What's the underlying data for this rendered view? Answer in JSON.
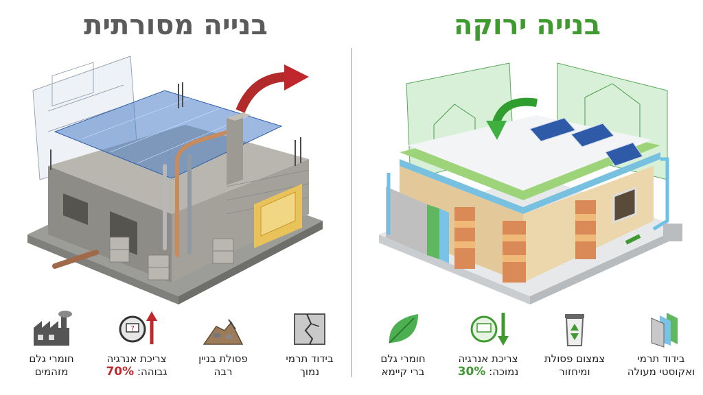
{
  "traditional": {
    "title": "בנייה מסורתית",
    "items": [
      {
        "icon": "factory-icon",
        "line1": "חומרי גלם",
        "line2": "מזהמים"
      },
      {
        "icon": "energy-meter-up-icon",
        "line1": "צריכת אנרגיה",
        "line2": "גבוהה:",
        "value": "70%"
      },
      {
        "icon": "debris-pile-icon",
        "line1": "פסולת בניין",
        "line2": "רבה"
      },
      {
        "icon": "cracked-wall-icon",
        "line1": "בידוד תרמי",
        "line2": "נמוך"
      }
    ],
    "accent_color": "#c0272d"
  },
  "green": {
    "title": "בנייה ירוקה",
    "items": [
      {
        "icon": "leaf-icon",
        "line1": "חומרי גלם",
        "line2": "ברי קיימא"
      },
      {
        "icon": "energy-meter-down-icon",
        "line1": "צריכת אנרגיה",
        "line2": "נמוכה:",
        "value": "30%"
      },
      {
        "icon": "recycle-bin-icon",
        "line1": "צמצום פסולת",
        "line2": "ומיחזור"
      },
      {
        "icon": "insulation-layers-icon",
        "line1": "בידוד תרמי",
        "line2": "ואקוסטי מעולה"
      }
    ],
    "accent_color": "#3f9a2f"
  }
}
